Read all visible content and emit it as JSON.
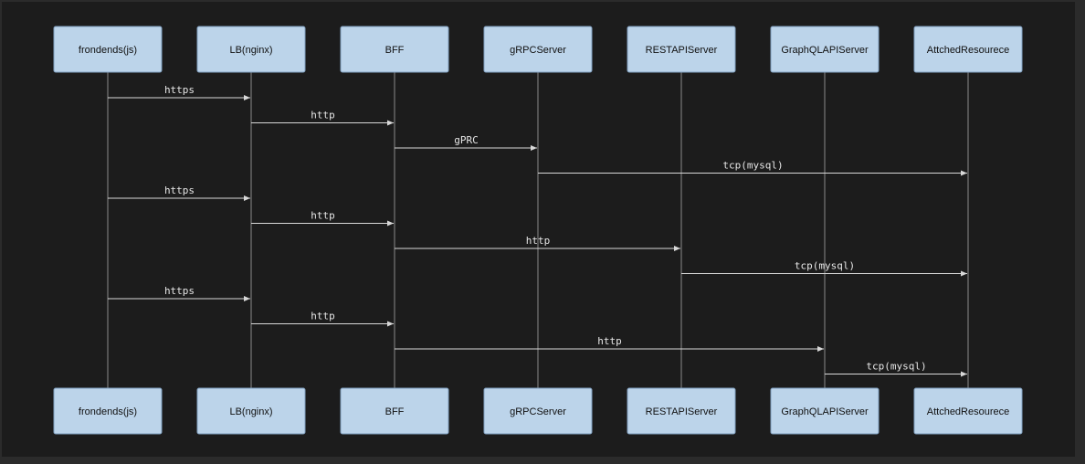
{
  "actors": [
    "frondends(js)",
    "LB(nginx)",
    "BFF",
    "gRPCServer",
    "RESTAPIServer",
    "GraphQLAPIServer",
    "AttchedResourece"
  ],
  "messages": [
    {
      "from": 0,
      "to": 1,
      "label": "https"
    },
    {
      "from": 1,
      "to": 2,
      "label": "http"
    },
    {
      "from": 2,
      "to": 3,
      "label": "gPRC"
    },
    {
      "from": 3,
      "to": 6,
      "label": "tcp(mysql)"
    },
    {
      "from": 0,
      "to": 1,
      "label": "https"
    },
    {
      "from": 1,
      "to": 2,
      "label": "http"
    },
    {
      "from": 2,
      "to": 4,
      "label": "http"
    },
    {
      "from": 4,
      "to": 6,
      "label": "tcp(mysql)"
    },
    {
      "from": 0,
      "to": 1,
      "label": "https"
    },
    {
      "from": 1,
      "to": 2,
      "label": "http"
    },
    {
      "from": 2,
      "to": 5,
      "label": "http"
    },
    {
      "from": 5,
      "to": 6,
      "label": "tcp(mysql)"
    }
  ],
  "colors": {
    "background": "#1c1c1c",
    "actor_fill": "#bcd4ea",
    "actor_stroke": "#7f9fc0",
    "lifeline": "#8a8a8a",
    "message_line": "#d8d8d8",
    "message_text": "#e6e6e6"
  }
}
